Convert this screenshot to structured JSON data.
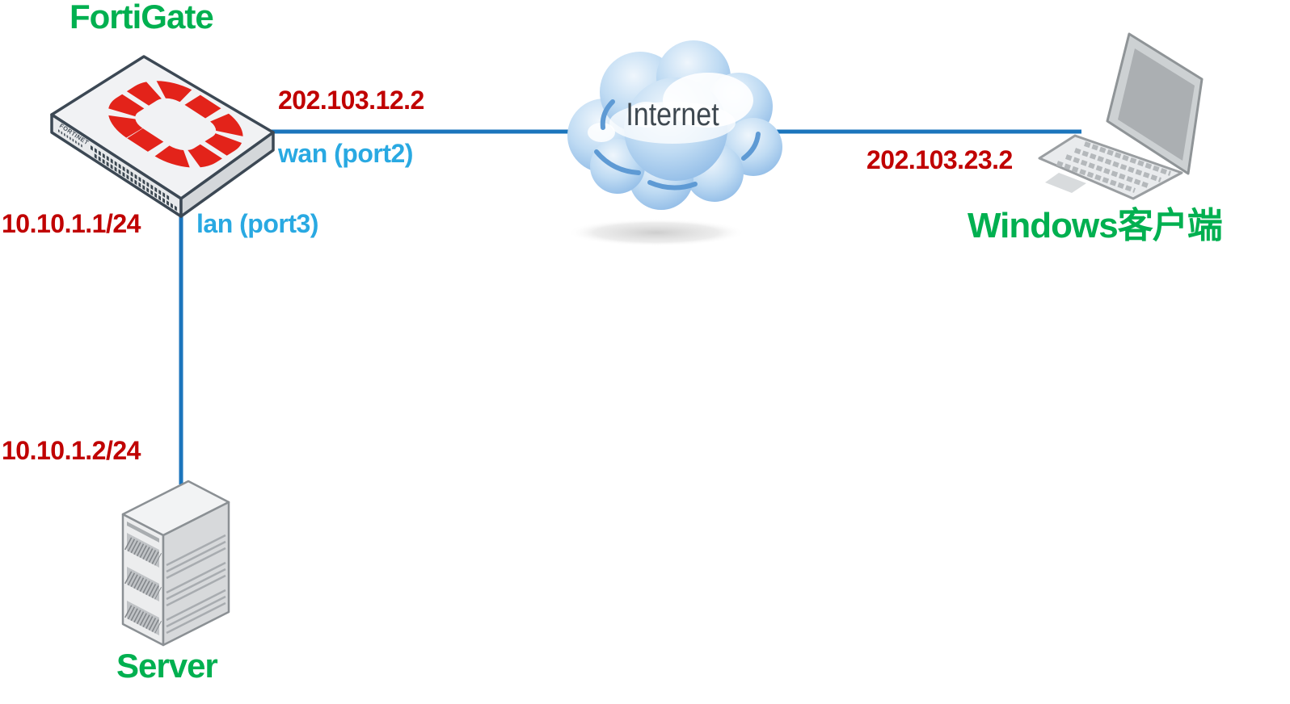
{
  "nodes": {
    "fortigate": {
      "label": "FortiGate",
      "panel_text": "FORTINET"
    },
    "internet": {
      "label": "Internet"
    },
    "client": {
      "label": "Windows客户端",
      "ip": "202.103.23.2"
    },
    "server": {
      "label": "Server",
      "ip": "10.10.1.2/24"
    }
  },
  "interfaces": {
    "wan": {
      "ip": "202.103.12.2",
      "name": "wan (port2)"
    },
    "lan": {
      "ip": "10.10.1.1/24",
      "name": "lan (port3)"
    }
  },
  "colors": {
    "node_label_green": "#00B050",
    "ip_red": "#C00000",
    "interface_blue": "#29A9E2",
    "link_blue": "#1B75BC",
    "internet_text_gray": "#3E4850",
    "fortinet_logo_red": "#E3231A"
  }
}
